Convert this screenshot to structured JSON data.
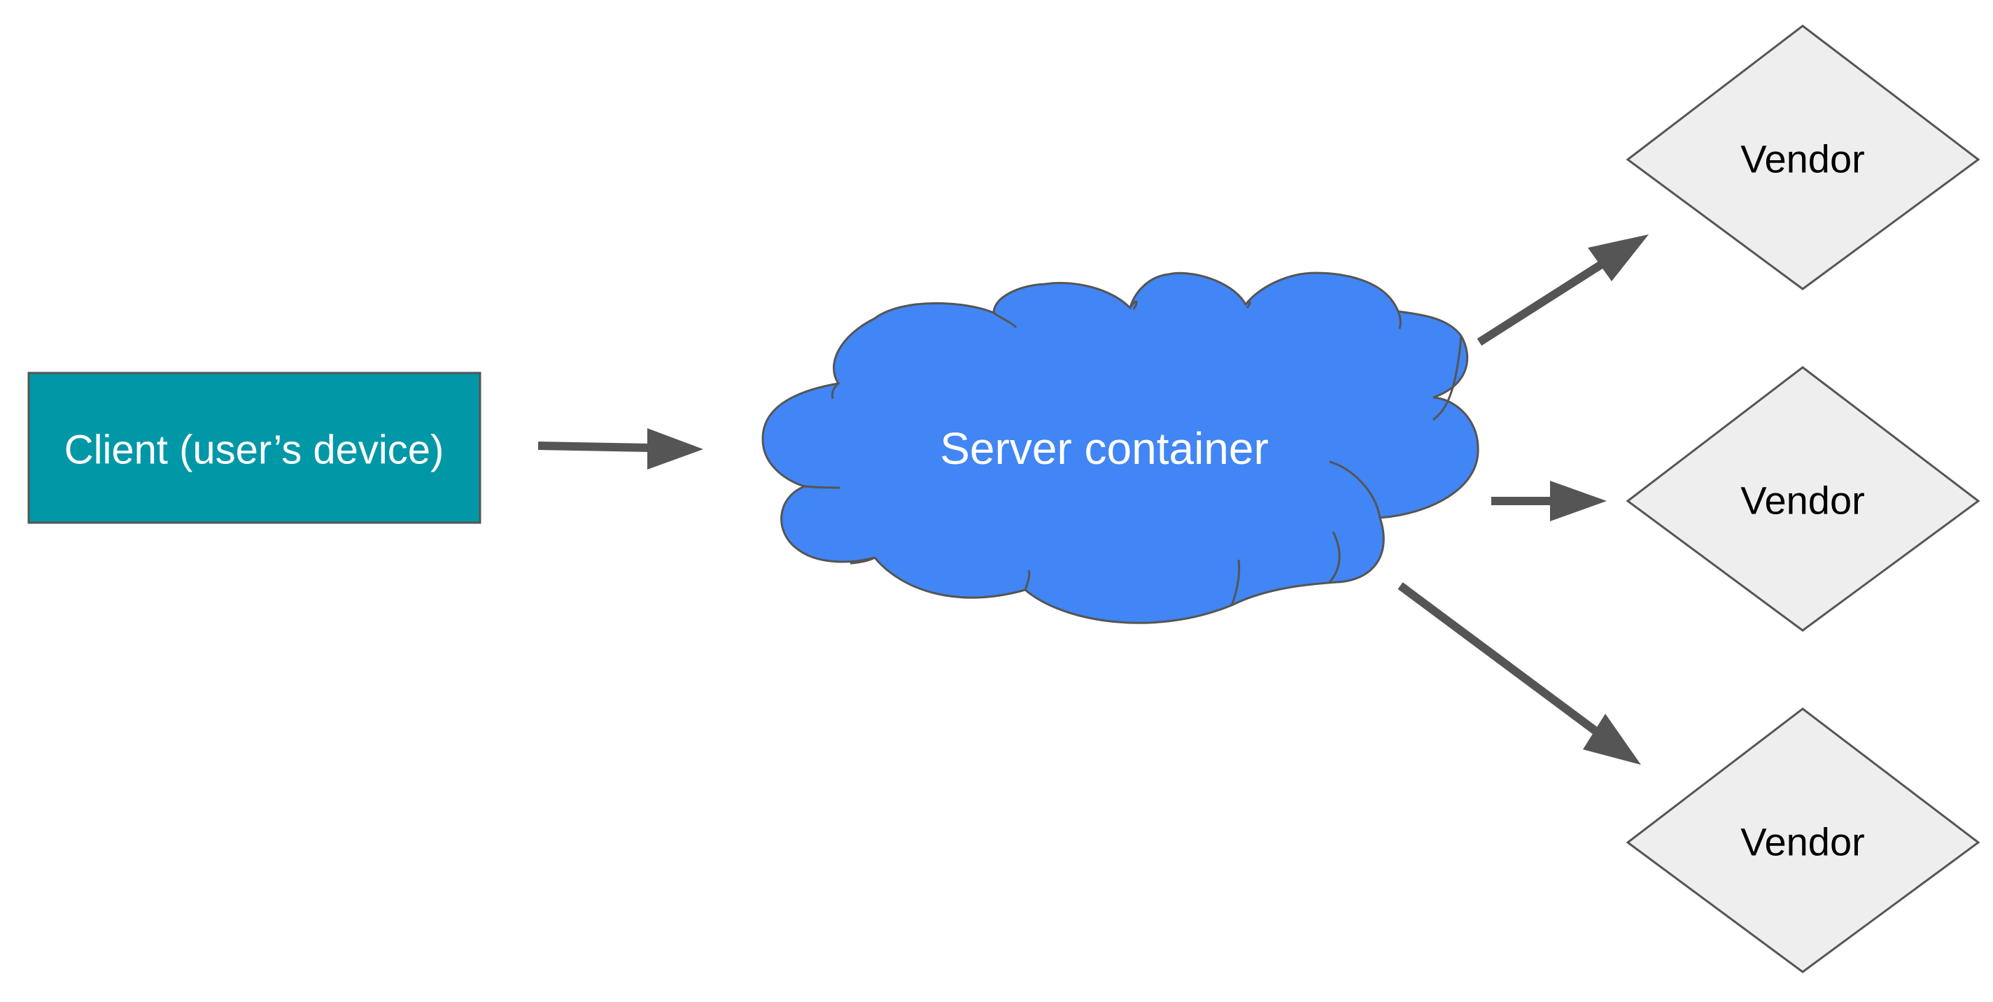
{
  "diagram": {
    "client": {
      "label": "Client (user’s device)",
      "fill": "#0097A7"
    },
    "server": {
      "label": "Server container",
      "fill": "#4285F4"
    },
    "vendors": [
      {
        "label": "Vendor"
      },
      {
        "label": "Vendor"
      },
      {
        "label": "Vendor"
      }
    ],
    "colors": {
      "vendor_fill": "#EEEEEE",
      "outline": "#555555",
      "arrow": "#555555",
      "light_text": "#FFFFFF",
      "dark_text": "#000000"
    }
  }
}
